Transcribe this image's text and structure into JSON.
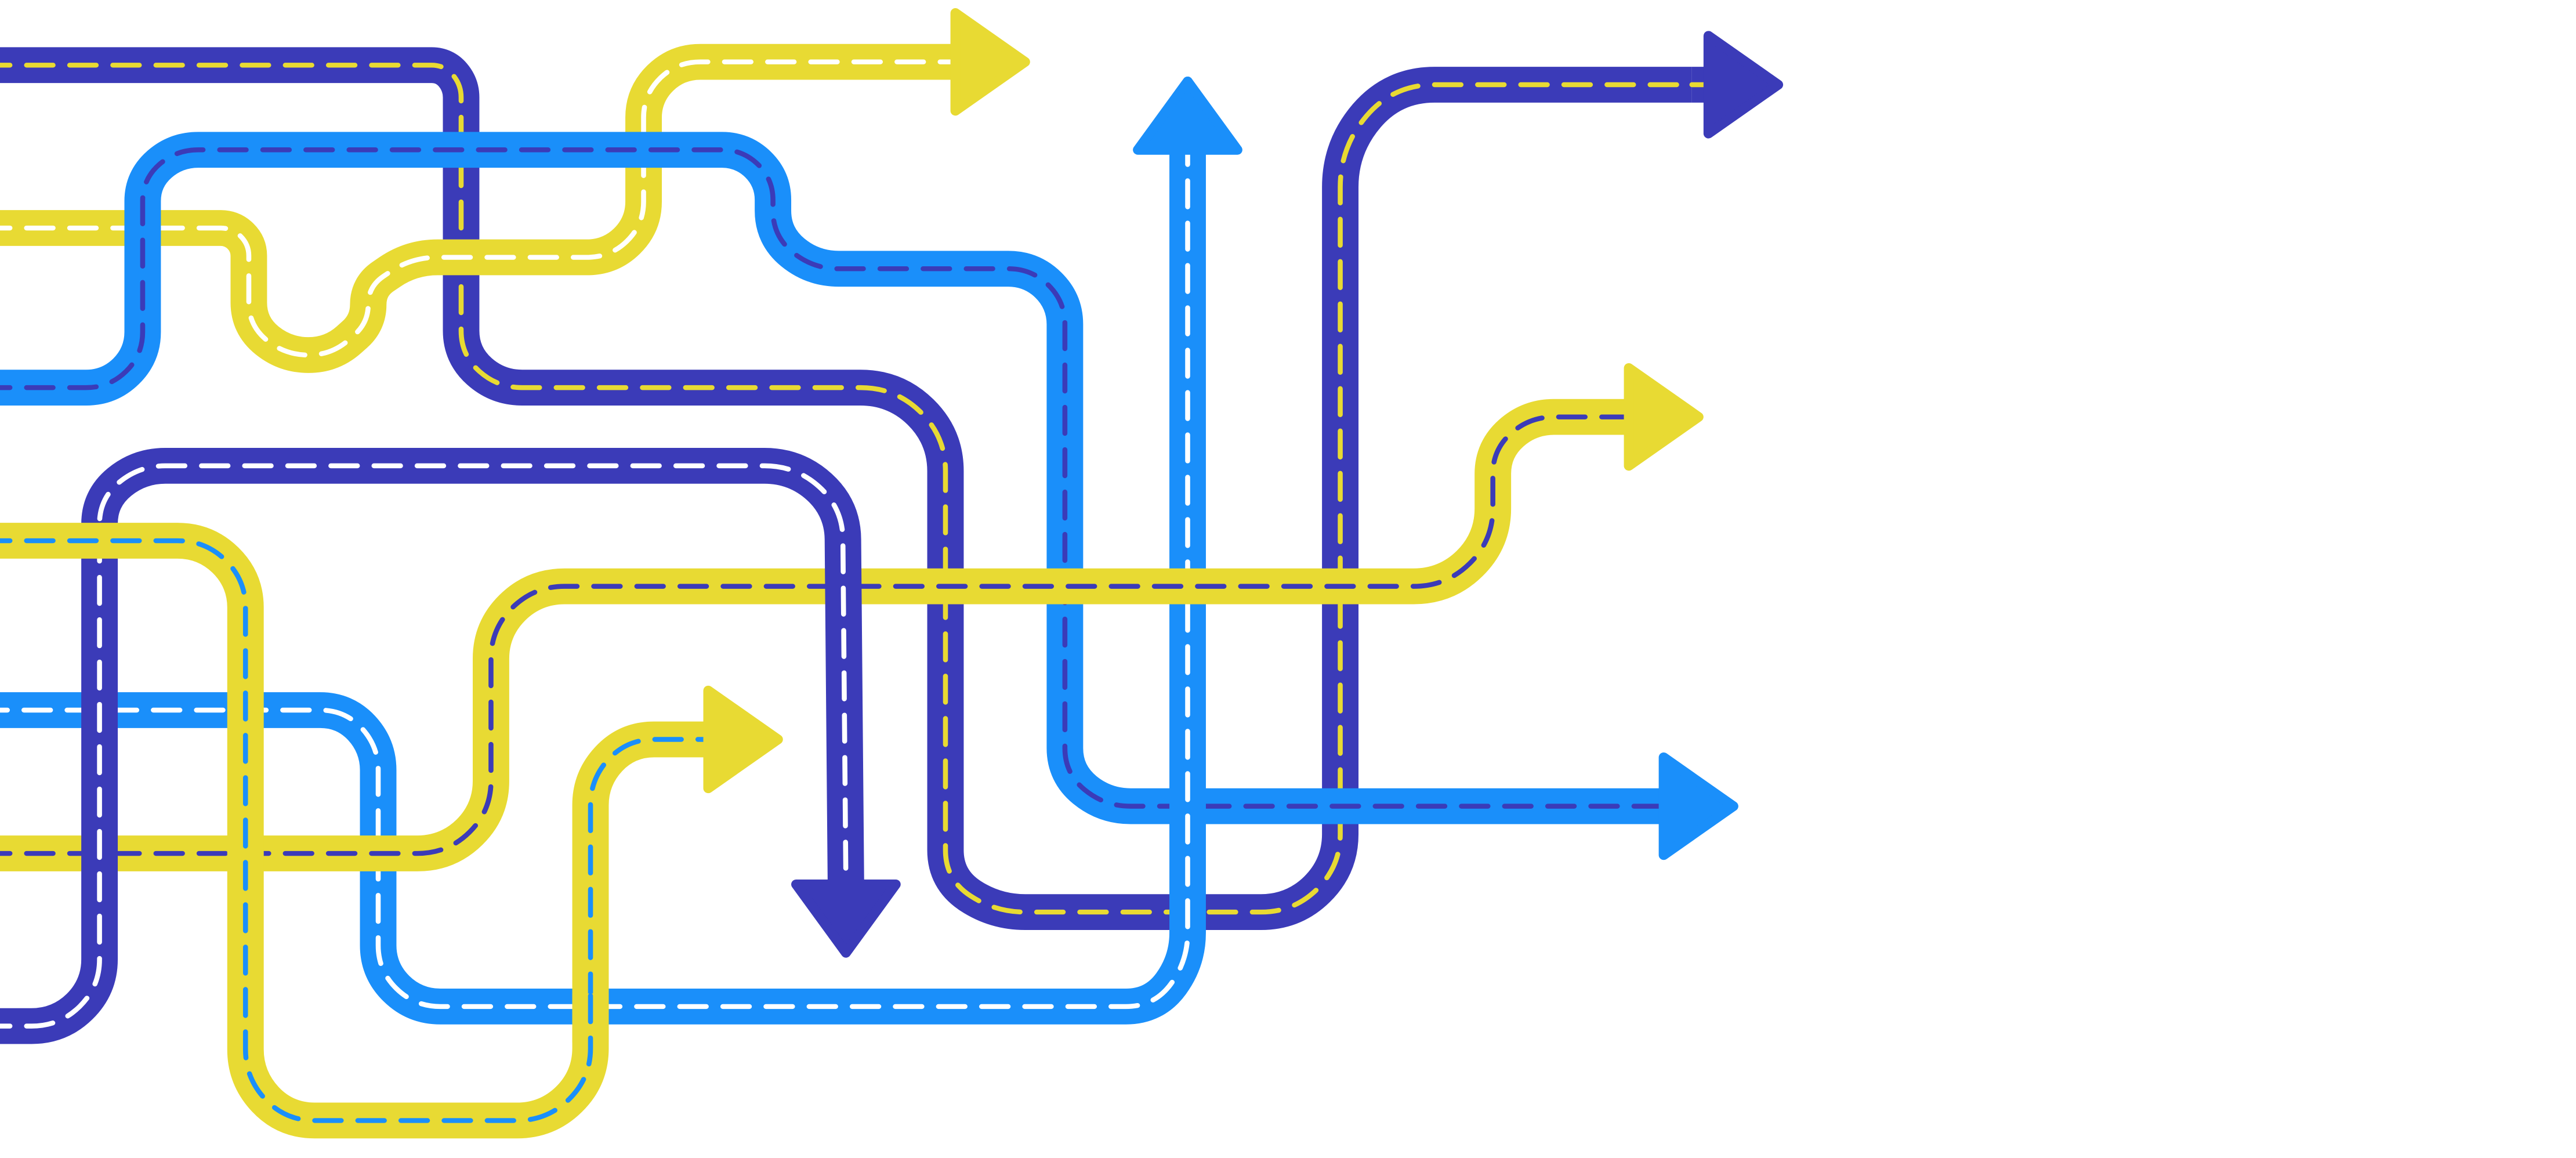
{
  "illustration": {
    "subject": "tangled-road-arrows",
    "colors": {
      "background": "#ffffff",
      "navy": "#3b3bb8",
      "sky": "#1a8ffa",
      "yellow": "#e8da33",
      "dash_white": "#ffffff"
    },
    "roads": [
      {
        "name": "navy-top-road",
        "color": "navy",
        "dash": "yellow",
        "ends_with": "none"
      },
      {
        "name": "yellow-top-arrow",
        "color": "yellow",
        "dash": "white",
        "ends_with": "arrow"
      },
      {
        "name": "sky-upper-road",
        "color": "sky",
        "dash": "navy",
        "ends_with": "arrow"
      },
      {
        "name": "yellow-left-wiggle",
        "color": "yellow",
        "dash": "white",
        "ends_with": "none"
      },
      {
        "name": "navy-right-up-arrow",
        "color": "navy",
        "dash": "yellow",
        "ends_with": "arrow"
      },
      {
        "name": "sky-vertical-up-arrow",
        "color": "sky",
        "dash": "white",
        "ends_with": "arrow"
      },
      {
        "name": "yellow-long-right-arrow",
        "color": "yellow",
        "dash": "navy",
        "ends_with": "arrow"
      },
      {
        "name": "navy-down-arrow",
        "color": "navy",
        "dash": "white",
        "ends_with": "arrow"
      },
      {
        "name": "yellow-small-right-arrow",
        "color": "yellow",
        "dash": "sky",
        "ends_with": "arrow"
      },
      {
        "name": "sky-lower-road",
        "color": "sky",
        "dash": "white",
        "ends_with": "none"
      },
      {
        "name": "yellow-bottom-loop",
        "color": "yellow",
        "dash": "sky",
        "ends_with": "none"
      }
    ]
  }
}
